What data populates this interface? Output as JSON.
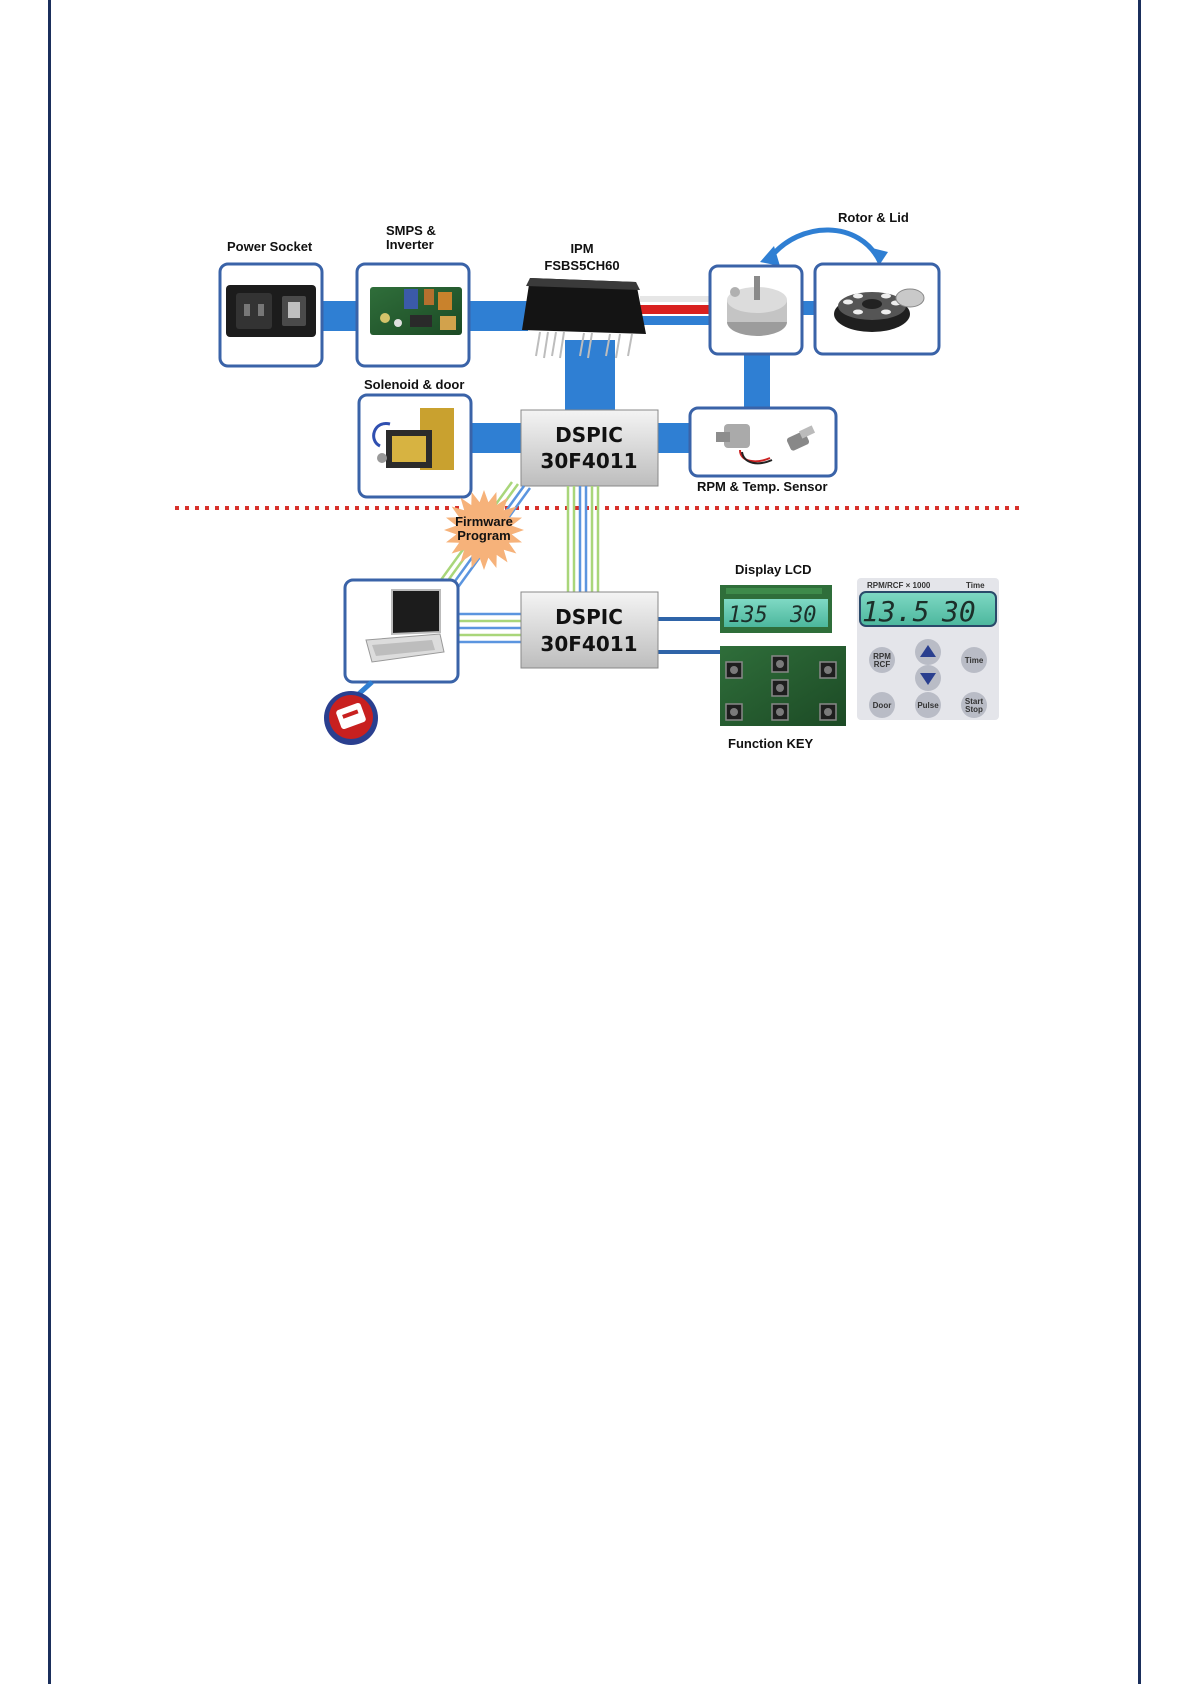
{
  "labels": {
    "power_socket": "Power Socket",
    "smps_line1": "SMPS &",
    "smps_line2": "Inverter",
    "ipm_line1": "IPM",
    "ipm_line2": "FSBS5CH60",
    "rotor_lid": "Rotor & Lid",
    "solenoid": "Solenoid & door",
    "rpm_sensor": "RPM & Temp. Sensor",
    "firmware_line1": "Firmware",
    "firmware_line2": "Program",
    "display_lcd": "Display LCD",
    "function_key": "Function KEY"
  },
  "chips": {
    "upper_line1": "DSPIC",
    "upper_line2": "30F4011",
    "lower_line1": "DSPIC",
    "lower_line2": "30F4011"
  },
  "lcd": {
    "small_value_left": "135",
    "small_value_right": "30",
    "panel_header_left": "RPM/RCF × 1000",
    "panel_header_right": "Time",
    "panel_value_left": "13.5",
    "panel_value_right": "30"
  },
  "keypad": {
    "rpm_rcf_line1": "RPM",
    "rpm_rcf_line2": "RCF",
    "time": "Time",
    "door": "Door",
    "pulse": "Pulse",
    "start_line1": "Start",
    "start_line2": "Stop"
  },
  "colors": {
    "bus_blue": "#2f7fd3",
    "frame_navy": "#1b2f5c",
    "divider_red": "#d8312b",
    "box_border": "#3a63a8",
    "burst_orange": "#f6b27a",
    "lcd_green": "#5ec8b0"
  }
}
